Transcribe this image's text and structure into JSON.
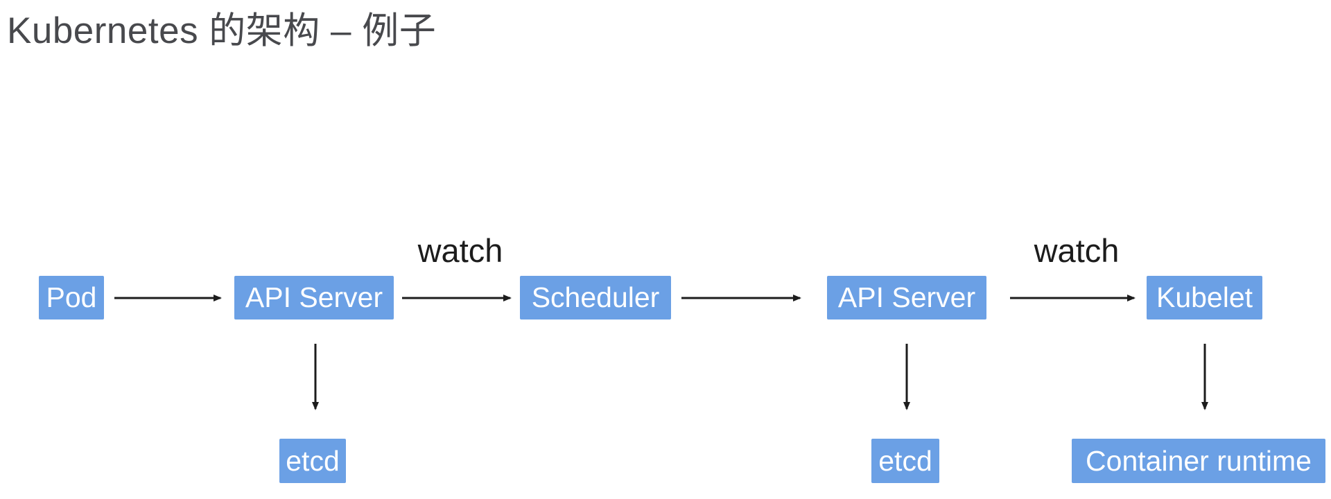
{
  "title": "Kubernetes 的架构 – 例子",
  "colors": {
    "background": "#ffffff",
    "node_fill": "#6ba0e5",
    "node_text": "#ffffff",
    "title_text": "#48494d",
    "arrow": "#1c1c1c"
  },
  "diagram": {
    "nodes": [
      {
        "id": "pod",
        "label": "Pod"
      },
      {
        "id": "api-server-1",
        "label": "API Server"
      },
      {
        "id": "scheduler",
        "label": "Scheduler"
      },
      {
        "id": "api-server-2",
        "label": "API Server"
      },
      {
        "id": "kubelet",
        "label": "Kubelet"
      },
      {
        "id": "etcd-1",
        "label": "etcd"
      },
      {
        "id": "etcd-2",
        "label": "etcd"
      },
      {
        "id": "container-runtime",
        "label": "Container runtime"
      }
    ],
    "edge_labels": [
      {
        "id": "watch-1",
        "label": "watch",
        "between": [
          "api-server-1",
          "scheduler"
        ]
      },
      {
        "id": "watch-2",
        "label": "watch",
        "between": [
          "api-server-2",
          "kubelet"
        ]
      }
    ],
    "edges": [
      {
        "from": "pod",
        "to": "api-server-1"
      },
      {
        "from": "api-server-1",
        "to": "scheduler"
      },
      {
        "from": "scheduler",
        "to": "api-server-2"
      },
      {
        "from": "api-server-2",
        "to": "kubelet"
      },
      {
        "from": "api-server-1",
        "to": "etcd-1"
      },
      {
        "from": "api-server-2",
        "to": "etcd-2"
      },
      {
        "from": "kubelet",
        "to": "container-runtime"
      }
    ]
  }
}
